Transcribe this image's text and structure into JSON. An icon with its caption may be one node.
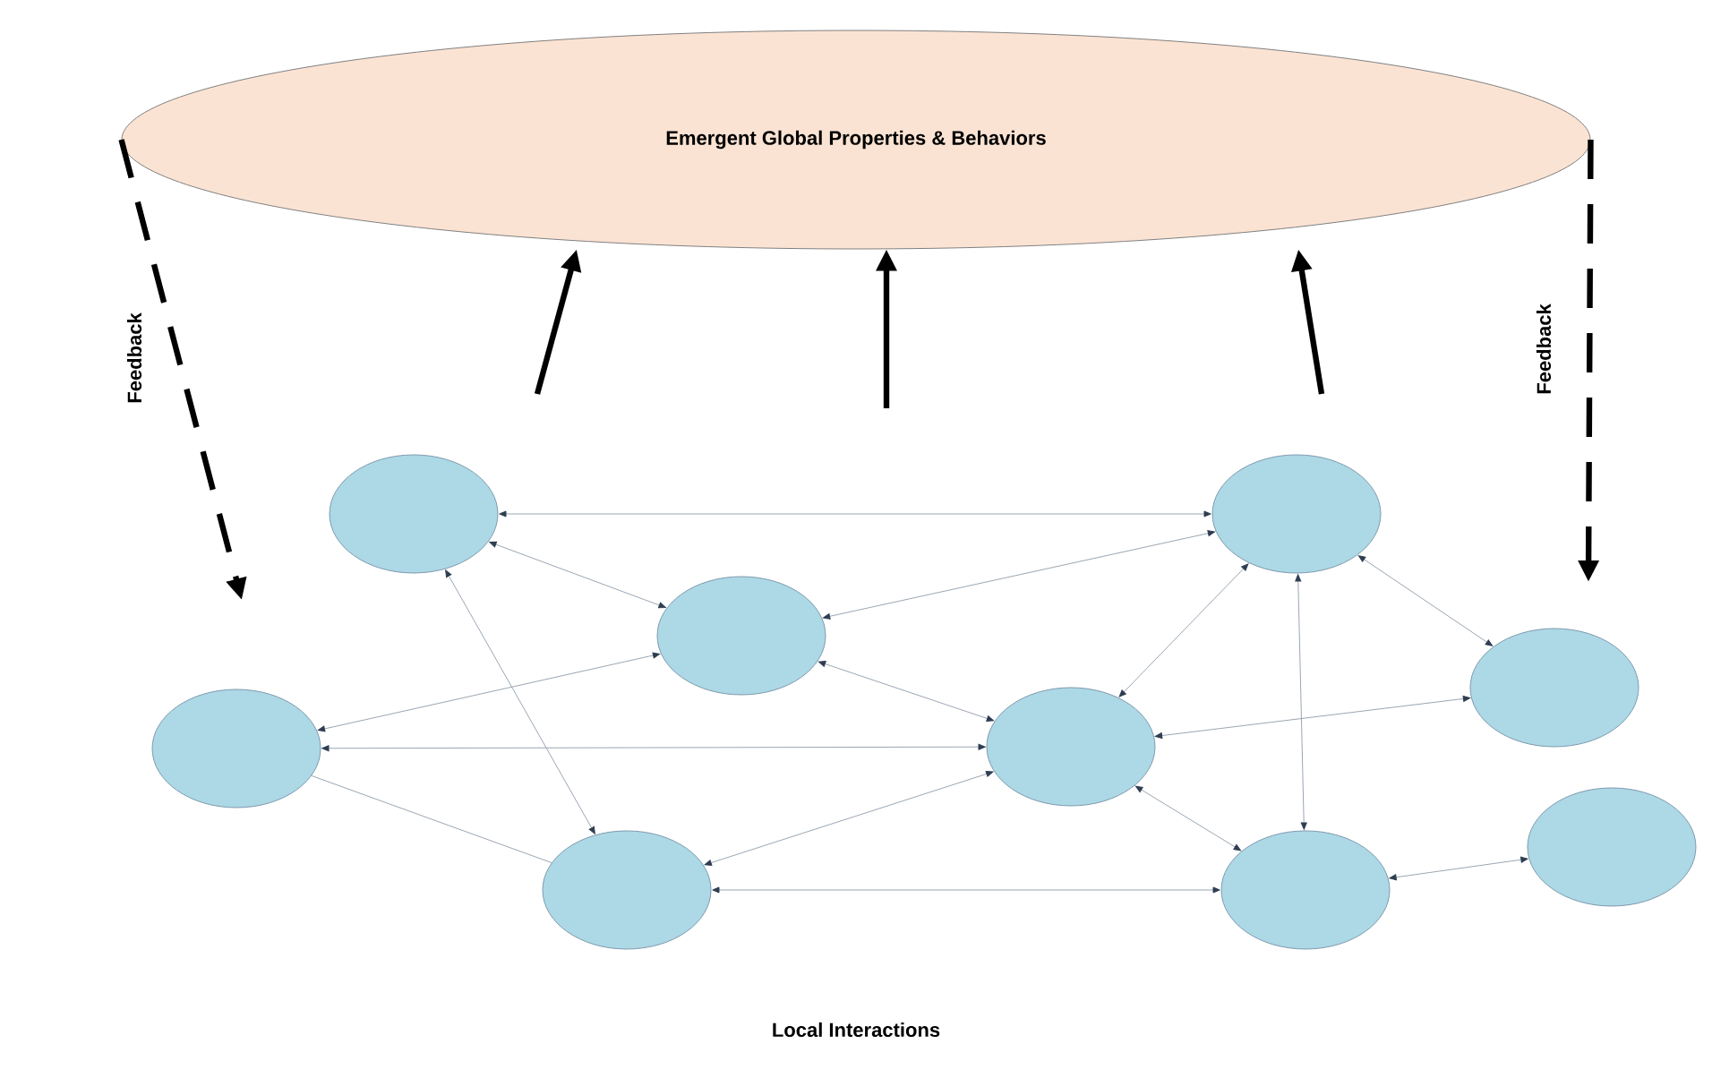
{
  "diagram": {
    "nodes": [
      {
        "text": [
          "Emergent Global Properties & Behaviors"
        ]
      },
      {
        "text": [],
        "shape": "circle"
      },
      {
        "text": [],
        "shape": "circle"
      },
      {
        "text": [],
        "shape": "circle"
      },
      {
        "text": [],
        "shape": "circle"
      },
      {
        "text": [],
        "shape": "circle"
      },
      {
        "text": [],
        "shape": "circle"
      },
      {
        "text": [],
        "shape": "circle"
      },
      {
        "text": [],
        "shape": "circle"
      },
      {
        "text": [],
        "shape": "circle"
      }
    ],
    "edges": [
      {
        "from": 0,
        "to": null,
        "arrow": "to",
        "label": "Feedback",
        "style": "dashed",
        "color": "#000000"
      },
      {
        "from": 0,
        "to": null,
        "arrow": "to",
        "label": "Feedback",
        "style": "dashed",
        "color": "#000000"
      },
      {
        "from": null,
        "to": 0,
        "arrow": "to",
        "style": "thick",
        "color": "#000000"
      },
      {
        "from": null,
        "to": 0,
        "arrow": "to",
        "style": "thick",
        "color": "#000000"
      },
      {
        "from": null,
        "to": 0,
        "arrow": "to",
        "style": "thick",
        "color": "#000000"
      },
      {
        "from": 1,
        "to": 6,
        "arrow": "both"
      },
      {
        "from": 1,
        "to": 2,
        "arrow": "both"
      },
      {
        "from": 1,
        "to": 5,
        "arrow": "both"
      },
      {
        "from": 2,
        "to": 6,
        "arrow": "both"
      },
      {
        "from": 2,
        "to": 4,
        "arrow": "both"
      },
      {
        "from": 3,
        "to": 2,
        "arrow": "both"
      },
      {
        "from": 3,
        "to": 4,
        "arrow": "both"
      },
      {
        "from": 3,
        "to": 5,
        "arrow": "none"
      },
      {
        "from": 5,
        "to": 4,
        "arrow": "both"
      },
      {
        "from": 5,
        "to": 8,
        "arrow": "both"
      },
      {
        "from": 4,
        "to": 6,
        "arrow": "both"
      },
      {
        "from": 6,
        "to": 8,
        "arrow": "both"
      },
      {
        "from": 6,
        "to": 7,
        "arrow": "both"
      },
      {
        "from": 7,
        "to": 4,
        "arrow": "both"
      },
      {
        "from": 4,
        "to": 8,
        "arrow": "both"
      },
      {
        "from": 8,
        "to": 9,
        "arrow": "both"
      }
    ],
    "labels": [
      "Local Interactions"
    ]
  }
}
